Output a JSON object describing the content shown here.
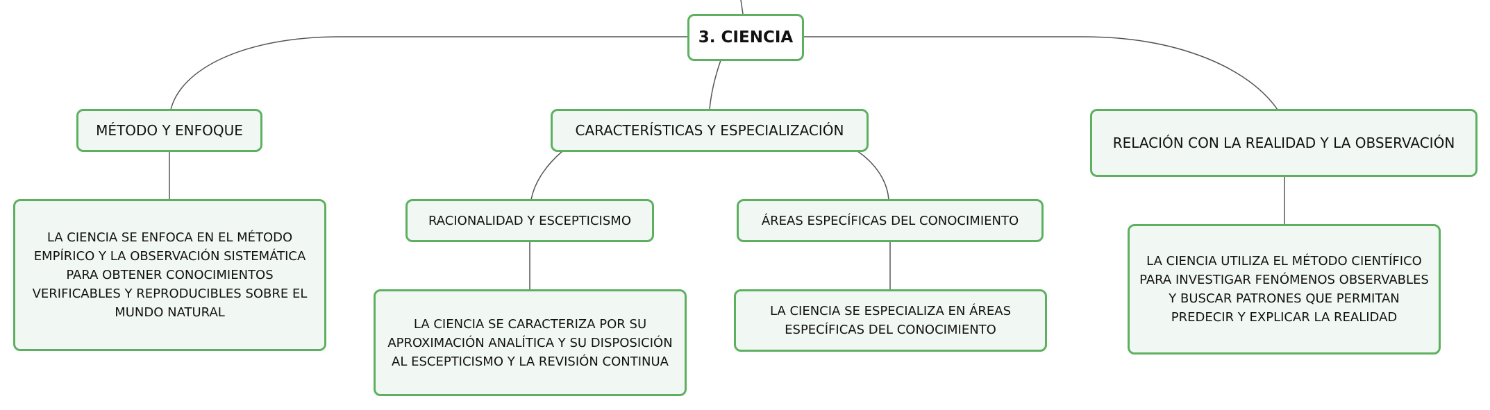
{
  "style": {
    "node_border_color": "#5cb060",
    "node_fill_color": "#f1f8f3",
    "connector_color": "#555555"
  },
  "root": {
    "label": "3. CIENCIA"
  },
  "branches": [
    {
      "label": "MÉTODO Y ENFOQUE",
      "description": "LA CIENCIA SE ENFOCA EN EL MÉTODO EMPÍRICO Y LA OBSERVACIÓN SISTEMÁTICA PARA OBTENER CONOCIMIENTOS VERIFICABLES Y REPRODUCIBLES SOBRE EL MUNDO NATURAL"
    },
    {
      "label": "CARACTERÍSTICAS Y ESPECIALIZACIÓN",
      "children": [
        {
          "label": "RACIONALIDAD Y ESCEPTICISMO",
          "description": "LA CIENCIA SE CARACTERIZA POR SU APROXIMACIÓN ANALÍTICA Y SU DISPOSICIÓN AL ESCEPTICISMO Y LA REVISIÓN CONTINUA"
        },
        {
          "label": "ÁREAS ESPECÍFICAS DEL CONOCIMIENTO",
          "description": "LA CIENCIA SE ESPECIALIZA EN ÁREAS ESPECÍFICAS DEL CONOCIMIENTO"
        }
      ]
    },
    {
      "label": "RELACIÓN CON LA REALIDAD Y LA OBSERVACIÓN",
      "description": "LA CIENCIA UTILIZA EL MÉTODO CIENTÍFICO PARA INVESTIGAR FENÓMENOS OBSERVABLES Y BUSCAR PATRONES QUE PERMITAN PREDECIR Y EXPLICAR LA REALIDAD"
    }
  ]
}
